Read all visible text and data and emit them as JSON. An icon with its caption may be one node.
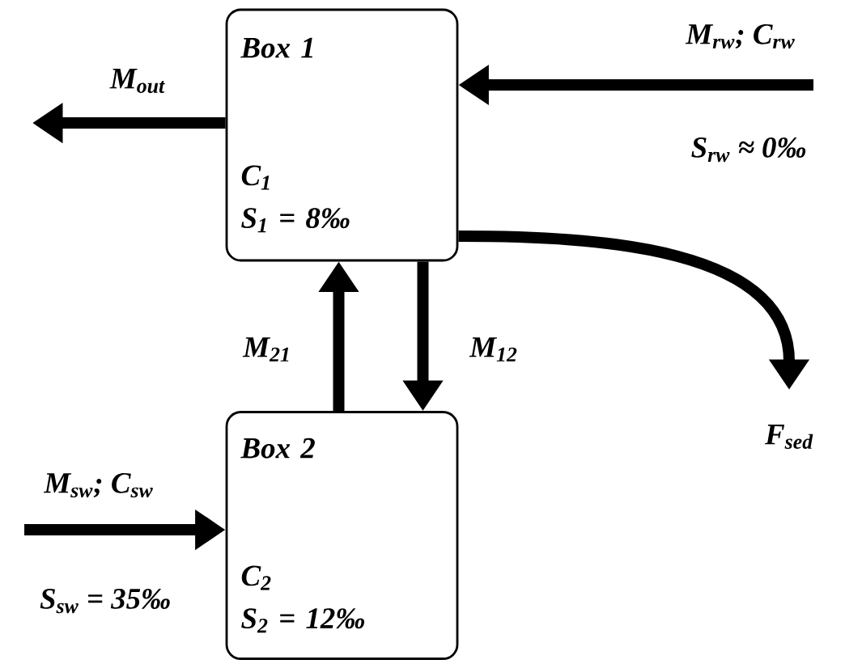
{
  "diagram": {
    "nodes": [
      {
        "text": [
          "Box 1",
          "C$_{1}$",
          "S$_{1}$ = 8‰"
        ]
      },
      {
        "text": [
          "Box 2",
          "C$_{2}$",
          "S$_{2}$ = 12‰"
        ]
      }
    ],
    "edges": [
      {
        "from": 0,
        "to": null,
        "arrow": "to",
        "label": "M$_{out}$"
      },
      {
        "from": null,
        "to": 0,
        "arrow": "to",
        "label": "M$_{rw}$; C$_{rw}$"
      },
      {
        "from": 1,
        "to": 0,
        "arrow": "to",
        "label": "M$_{21}$"
      },
      {
        "from": 0,
        "to": 1,
        "arrow": "to",
        "label": "M$_{12}$"
      },
      {
        "from": 0,
        "to": null,
        "arrow": "to",
        "label": "F$_{sed}$"
      },
      {
        "from": null,
        "to": 1,
        "arrow": "to",
        "label": "M$_{sw}$; C$_{sw}$"
      }
    ],
    "labels": [
      "S$_{rw}$ ≈ 0‰",
      "S$_{sw}$ = 35‰"
    ]
  }
}
